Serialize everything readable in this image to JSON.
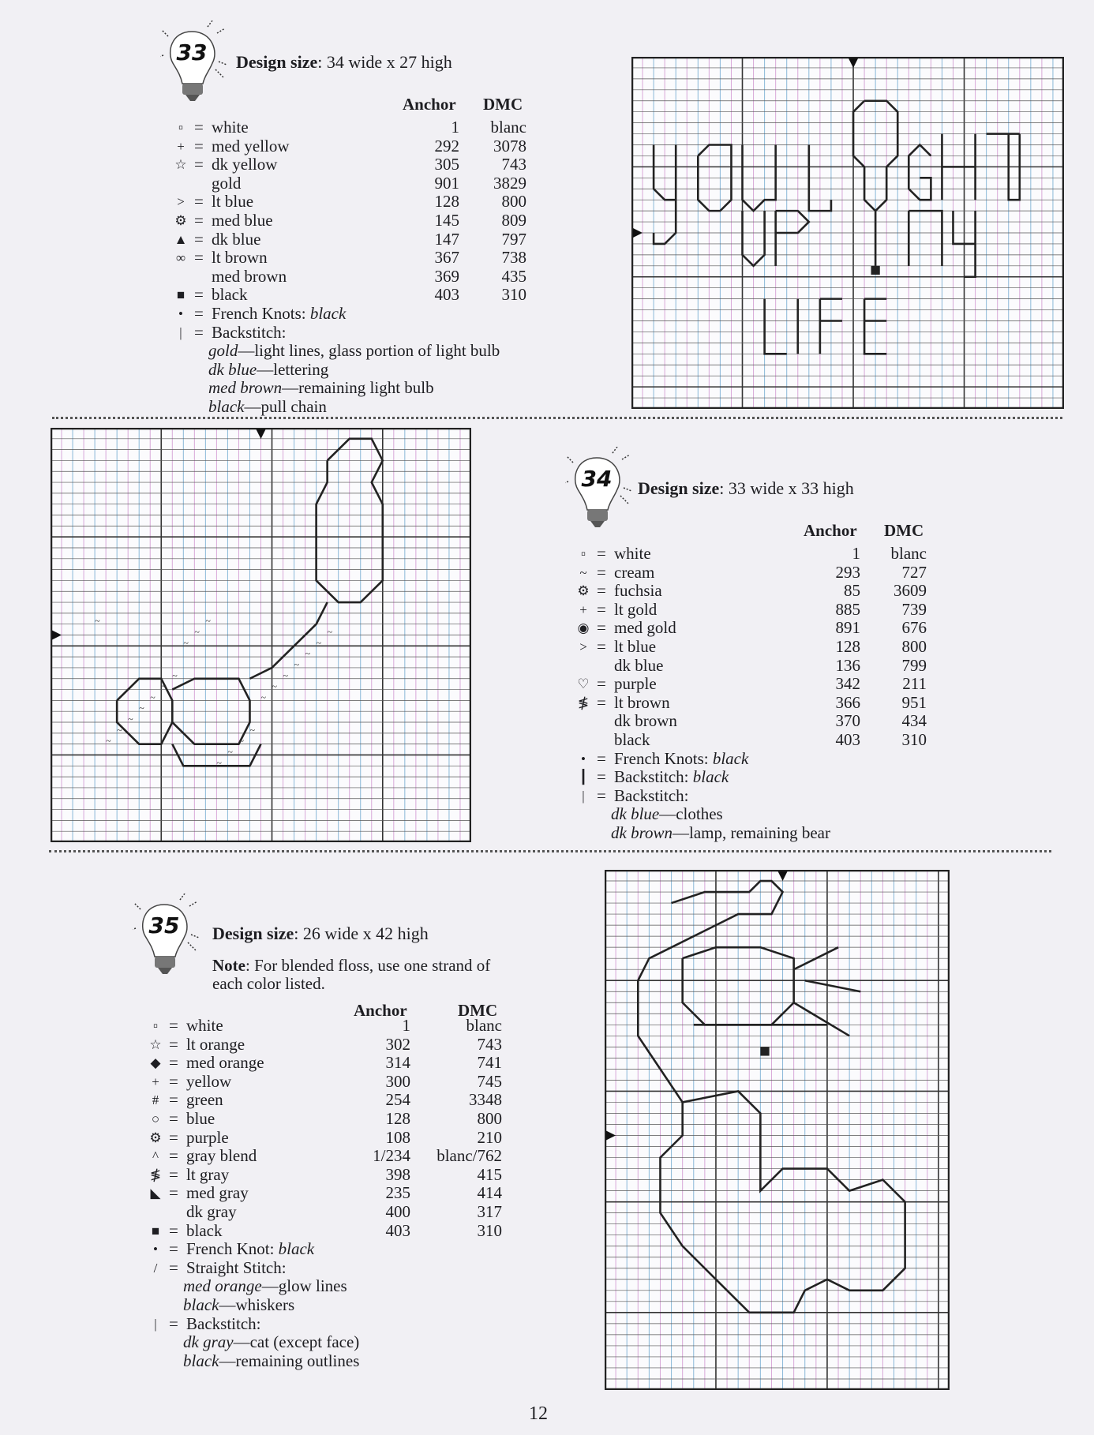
{
  "page_number": "12",
  "patterns": [
    {
      "number": "33",
      "design_size_label": "Design size",
      "design_size_value": ": 34 wide x 27 high",
      "col_anchor": "Anchor",
      "col_dmc": "DMC",
      "colors": [
        {
          "symbol": "▫",
          "icon": "small-square-icon",
          "name": "white",
          "anchor": "1",
          "dmc": "blanc"
        },
        {
          "symbol": "+",
          "icon": "plus-icon",
          "name": "med yellow",
          "anchor": "292",
          "dmc": "3078"
        },
        {
          "symbol": "☆",
          "icon": "star-outline-icon",
          "name": "dk yellow",
          "anchor": "305",
          "dmc": "743"
        },
        {
          "symbol": "",
          "icon": "",
          "name": "gold",
          "anchor": "901",
          "dmc": "3829"
        },
        {
          "symbol": ">",
          "icon": "greater-than-icon",
          "name": "lt blue",
          "anchor": "128",
          "dmc": "800"
        },
        {
          "symbol": "⚙",
          "icon": "flower-icon",
          "name": "med blue",
          "anchor": "145",
          "dmc": "809"
        },
        {
          "symbol": "▲",
          "icon": "triangle-icon",
          "name": "dk blue",
          "anchor": "147",
          "dmc": "797"
        },
        {
          "symbol": "∞",
          "icon": "infinity-icon",
          "name": "lt brown",
          "anchor": "367",
          "dmc": "738"
        },
        {
          "symbol": "",
          "icon": "",
          "name": "med brown",
          "anchor": "369",
          "dmc": "435"
        },
        {
          "symbol": "■",
          "icon": "filled-square-icon",
          "name": "black",
          "anchor": "403",
          "dmc": "310"
        }
      ],
      "stitches": [
        {
          "symbol": "•",
          "icon": "dot-icon",
          "label": "French Knots: ",
          "color": "black"
        },
        {
          "symbol": "|",
          "icon": "backstitch-line-icon",
          "label": "Backstitch:",
          "color": ""
        }
      ],
      "backstitch_notes": [
        {
          "color": "gold",
          "text": "—light lines, glass portion of light bulb"
        },
        {
          "color": "dk blue",
          "text": "—lettering"
        },
        {
          "color": "med brown",
          "text": "—remaining light bulb"
        },
        {
          "color": "black",
          "text": "—pull chain"
        }
      ]
    },
    {
      "number": "34",
      "design_size_label": "Design size",
      "design_size_value": ": 33 wide x 33 high",
      "col_anchor": "Anchor",
      "col_dmc": "DMC",
      "colors": [
        {
          "symbol": "▫",
          "icon": "small-square-icon",
          "name": "white",
          "anchor": "1",
          "dmc": "blanc"
        },
        {
          "symbol": "~",
          "icon": "tilde-icon",
          "name": "cream",
          "anchor": "293",
          "dmc": "727"
        },
        {
          "symbol": "⚙",
          "icon": "flower-icon",
          "name": "fuchsia",
          "anchor": "85",
          "dmc": "3609"
        },
        {
          "symbol": "+",
          "icon": "plus-icon",
          "name": "lt gold",
          "anchor": "885",
          "dmc": "739"
        },
        {
          "symbol": "◉",
          "icon": "target-circle-icon",
          "name": "med gold",
          "anchor": "891",
          "dmc": "676"
        },
        {
          "symbol": ">",
          "icon": "greater-than-icon",
          "name": "lt blue",
          "anchor": "128",
          "dmc": "800"
        },
        {
          "symbol": "",
          "icon": "",
          "name": "dk blue",
          "anchor": "136",
          "dmc": "799"
        },
        {
          "symbol": "♡",
          "icon": "heart-outline-icon",
          "name": "purple",
          "anchor": "342",
          "dmc": "211"
        },
        {
          "symbol": "≸",
          "icon": "double-slash-icon",
          "name": "lt brown",
          "anchor": "366",
          "dmc": "951"
        },
        {
          "symbol": "",
          "icon": "",
          "name": "dk brown",
          "anchor": "370",
          "dmc": "434"
        },
        {
          "symbol": "",
          "icon": "",
          "name": "black",
          "anchor": "403",
          "dmc": "310"
        }
      ],
      "stitches": [
        {
          "symbol": "•",
          "icon": "dot-icon",
          "label": "French Knots: ",
          "color": "black"
        },
        {
          "symbol": "┃",
          "icon": "thick-backstitch-line-icon",
          "label": "Backstitch: ",
          "color": "black"
        },
        {
          "symbol": "|",
          "icon": "backstitch-line-icon",
          "label": "Backstitch:",
          "color": ""
        }
      ],
      "backstitch_notes": [
        {
          "color": "dk blue",
          "text": "—clothes"
        },
        {
          "color": "dk brown",
          "text": "—lamp, remaining bear"
        }
      ]
    },
    {
      "number": "35",
      "design_size_label": "Design size",
      "design_size_value": ": 26 wide x 42 high",
      "note_label": "Note",
      "note_text": ": For blended floss, use one strand of each color listed.",
      "col_anchor": "Anchor",
      "col_dmc": "DMC",
      "colors": [
        {
          "symbol": "▫",
          "icon": "small-square-icon",
          "name": "white",
          "anchor": "1",
          "dmc": "blanc"
        },
        {
          "symbol": "☆",
          "icon": "star-outline-icon",
          "name": "lt orange",
          "anchor": "302",
          "dmc": "743"
        },
        {
          "symbol": "◆",
          "icon": "diamond-icon",
          "name": "med orange",
          "anchor": "314",
          "dmc": "741"
        },
        {
          "symbol": "+",
          "icon": "plus-icon",
          "name": "yellow",
          "anchor": "300",
          "dmc": "745"
        },
        {
          "symbol": "#",
          "icon": "hash-icon",
          "name": "green",
          "anchor": "254",
          "dmc": "3348"
        },
        {
          "symbol": "○",
          "icon": "circle-outline-icon",
          "name": "blue",
          "anchor": "128",
          "dmc": "800"
        },
        {
          "symbol": "⚙",
          "icon": "flower-icon",
          "name": "purple",
          "anchor": "108",
          "dmc": "210"
        },
        {
          "symbol": "^",
          "icon": "caret-icon",
          "name": "gray blend",
          "anchor": "1/234",
          "dmc": "blanc/762"
        },
        {
          "symbol": "≸",
          "icon": "double-slash-icon",
          "name": "lt gray",
          "anchor": "398",
          "dmc": "415"
        },
        {
          "symbol": "◣",
          "icon": "arrow-corner-icon",
          "name": "med gray",
          "anchor": "235",
          "dmc": "414"
        },
        {
          "symbol": "",
          "icon": "",
          "name": "dk gray",
          "anchor": "400",
          "dmc": "317"
        },
        {
          "symbol": "■",
          "icon": "filled-square-icon",
          "name": "black",
          "anchor": "403",
          "dmc": "310"
        }
      ],
      "stitches": [
        {
          "symbol": "•",
          "icon": "dot-icon",
          "label": "French Knot: ",
          "color": "black"
        },
        {
          "symbol": "/",
          "icon": "straight-stitch-icon",
          "label": "Straight Stitch:",
          "color": ""
        }
      ],
      "straight_notes": [
        {
          "color": "med orange",
          "text": "—glow lines"
        },
        {
          "color": "black",
          "text": "—whiskers"
        }
      ],
      "backstitch_label": "Backstitch:",
      "backstitch_notes": [
        {
          "color": "dk gray",
          "text": "—cat (except face)"
        },
        {
          "color": "black",
          "text": "—remaining outlines"
        }
      ]
    }
  ],
  "colors": {
    "grid_light": "#8ab8d8",
    "grid_pink": "#d8a8d8",
    "grid_heavy": "#333333",
    "ink": "#1e1e22",
    "paper": "#f1f0f4"
  }
}
